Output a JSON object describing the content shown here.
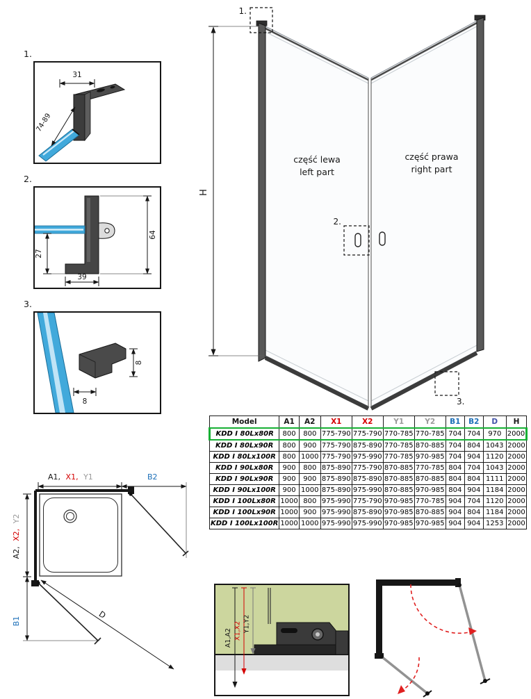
{
  "colors": {
    "red": "#d40000",
    "gray": "#9a9a9a",
    "blue": "#1c6fb8",
    "dblue": "#4050a8",
    "green": "#17b034",
    "glass": "#41a9db",
    "glasslight": "#cfeaf8",
    "olive": "#ccd69e",
    "swingred": "#e02020"
  },
  "detail1": {
    "label": "1.",
    "dim_width": "31",
    "dim_depth": "74-89"
  },
  "detail2": {
    "label": "2.",
    "dim_offset": "27",
    "dim_base": "39",
    "dim_height": "64"
  },
  "detail3": {
    "label": "3.",
    "dim_vertical": "8",
    "dim_horizontal": "8"
  },
  "main": {
    "height_label": "H",
    "left_part": {
      "pl": "część lewa",
      "en": "left part"
    },
    "right_part": {
      "pl": "część prawa",
      "en": "right part"
    },
    "callouts": {
      "c1": "1.",
      "c2": "2.",
      "c3": "3."
    }
  },
  "table": {
    "headers": [
      {
        "label": "Model",
        "color": "#161616"
      },
      {
        "label": "A1",
        "color": "#161616"
      },
      {
        "label": "A2",
        "color": "#161616"
      },
      {
        "label": "X1",
        "color": "#d40000"
      },
      {
        "label": "X2",
        "color": "#d40000"
      },
      {
        "label": "Y1",
        "color": "#9a9a9a"
      },
      {
        "label": "Y2",
        "color": "#9a9a9a"
      },
      {
        "label": "B1",
        "color": "#1c6fb8"
      },
      {
        "label": "B2",
        "color": "#1c6fb8"
      },
      {
        "label": "D",
        "color": "#4050a8"
      },
      {
        "label": "H",
        "color": "#161616"
      }
    ],
    "rows": [
      {
        "model": "KDD I 80Lx80R",
        "values": [
          "800",
          "800",
          "775-790",
          "775-790",
          "770-785",
          "770-785",
          "704",
          "704",
          "970",
          "2000"
        ],
        "highlight": true
      },
      {
        "model": "KDD I 80Lx90R",
        "values": [
          "800",
          "900",
          "775-790",
          "875-890",
          "770-785",
          "870-885",
          "704",
          "804",
          "1043",
          "2000"
        ],
        "highlight": false
      },
      {
        "model": "KDD I 80Lx100R",
        "values": [
          "800",
          "1000",
          "775-790",
          "975-990",
          "770-785",
          "970-985",
          "704",
          "904",
          "1120",
          "2000"
        ],
        "highlight": false
      },
      {
        "model": "KDD I 90Lx80R",
        "values": [
          "900",
          "800",
          "875-890",
          "775-790",
          "870-885",
          "770-785",
          "804",
          "704",
          "1043",
          "2000"
        ],
        "highlight": false
      },
      {
        "model": "KDD I 90Lx90R",
        "values": [
          "900",
          "900",
          "875-890",
          "875-890",
          "870-885",
          "870-885",
          "804",
          "804",
          "1111",
          "2000"
        ],
        "highlight": false
      },
      {
        "model": "KDD I 90Lx100R",
        "values": [
          "900",
          "1000",
          "875-890",
          "975-990",
          "870-885",
          "970-985",
          "804",
          "904",
          "1184",
          "2000"
        ],
        "highlight": false
      },
      {
        "model": "KDD I 100Lx80R",
        "values": [
          "1000",
          "800",
          "975-990",
          "775-790",
          "970-985",
          "770-785",
          "904",
          "704",
          "1120",
          "2000"
        ],
        "highlight": false
      },
      {
        "model": "KDD I 100Lx90R",
        "values": [
          "1000",
          "900",
          "975-990",
          "875-890",
          "970-985",
          "870-885",
          "904",
          "804",
          "1184",
          "2000"
        ],
        "highlight": false
      },
      {
        "model": "KDD I 100Lx100R",
        "values": [
          "1000",
          "1000",
          "975-990",
          "975-990",
          "970-985",
          "970-985",
          "904",
          "904",
          "1253",
          "2000"
        ],
        "highlight": false
      }
    ]
  },
  "plan": {
    "top": {
      "a1": "A1,",
      "x1": "X1,",
      "y1": "Y1",
      "b2": "B2"
    },
    "left": {
      "a2": "A2,",
      "x2": "X2,",
      "y2": "Y2",
      "b1": "B1"
    },
    "diag": "D"
  },
  "section": {
    "a": "A1,A2",
    "x": "X1,X2",
    "y": "Y1,Y2"
  }
}
